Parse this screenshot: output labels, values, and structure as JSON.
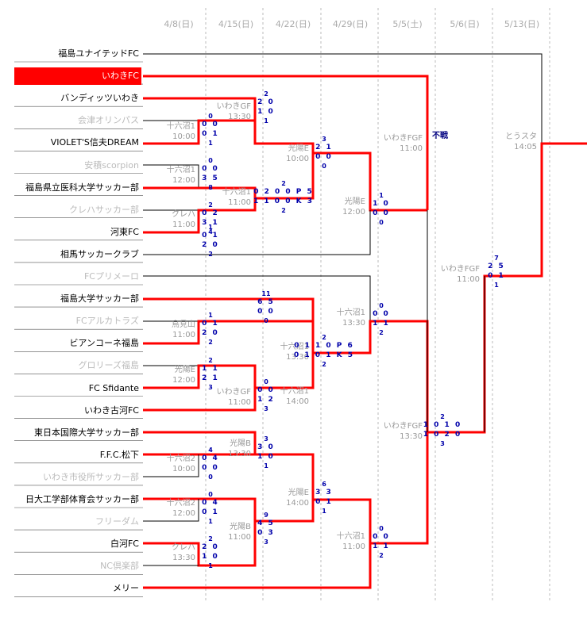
{
  "dates": [
    "4/8(日)",
    "4/15(日)",
    "4/22(日)",
    "4/29(日)",
    "5/5(土)",
    "5/6(日)",
    "5/13(日)"
  ],
  "teams": [
    "福島ユナイテッドFC",
    "いわきFC",
    "バンディッツいわき",
    "会津オリンパス",
    "VIOLET'S信夫DREAM",
    "安積scorpion",
    "福島県立医科大学サッカー部",
    "クレハサッカー部",
    "河東FC",
    "相馬サッカークラブ",
    "FCプリメーロ",
    "福島大学サッカー部",
    "FCアルカトラズ",
    "ビアンコーネ福島",
    "グロリーズ福島",
    "FC Sfidante",
    "いわき古河FC",
    "東日本国際大学サッカー部",
    "F.F.C.松下",
    "いわき市役所サッカー部",
    "日大工学部体育会サッカー部",
    "フリーダム",
    "白河FC",
    "NC倶楽部",
    "メリー"
  ],
  "team_winner": [
    true,
    true,
    true,
    false,
    true,
    false,
    true,
    false,
    true,
    true,
    false,
    true,
    false,
    true,
    false,
    true,
    true,
    true,
    true,
    false,
    true,
    false,
    true,
    false,
    true
  ],
  "venues": [
    {
      "name": "いわきGF",
      "time": "13:30"
    },
    {
      "name": "十六沼1",
      "time": "10:00"
    },
    {
      "name": "光陽E",
      "time": "10:00"
    },
    {
      "name": "いわきFGF",
      "time": "11:00"
    },
    {
      "name": "十六沼1",
      "time": "12:00"
    },
    {
      "name": "十六沼1",
      "time": "11:00"
    },
    {
      "name": "光陽E",
      "time": "12:00"
    },
    {
      "name": "クレハ",
      "time": "11:00"
    },
    {
      "name": "とうスタ",
      "time": "14:05"
    },
    {
      "name": "いわきFGF",
      "time": "11:00"
    },
    {
      "name": "十六沼1",
      "time": "13:30"
    },
    {
      "name": "鳥見山",
      "time": "11:00"
    },
    {
      "name": "十六沼1",
      "time": "13:30"
    },
    {
      "name": "光陽E",
      "time": "12:00"
    },
    {
      "name": "十六沼1",
      "time": "14:00"
    },
    {
      "name": "いわきGF",
      "time": "11:00"
    },
    {
      "name": "いわきFGF",
      "time": "13:30"
    },
    {
      "name": "光陽B",
      "time": "13:30"
    },
    {
      "name": "十六沼2",
      "time": "10:00"
    },
    {
      "name": "光陽E",
      "time": "14:00"
    },
    {
      "name": "十六沼2",
      "time": "12:00"
    },
    {
      "name": "光陽B",
      "time": "11:00"
    },
    {
      "name": "十六沼1",
      "time": "11:00"
    },
    {
      "name": "クレハ",
      "time": "13:30"
    }
  ],
  "scores": [
    {
      "top": "2",
      "mid1": "2 0",
      "mid2": "1 0",
      "bot": "1"
    },
    {
      "top": "0",
      "mid1": "0 0",
      "mid2": "0 1",
      "bot": "1"
    },
    {
      "top": "3",
      "mid1": "2 1",
      "mid2": "0 0",
      "bot": "0"
    },
    {
      "top": "0",
      "mid1": "0 0",
      "mid2": "3 5",
      "bot": "8"
    },
    {
      "top": "2",
      "mid1": "0 2 0 0 P 5",
      "mid2": "1 1 0 0 K 3",
      "bot": "2"
    },
    {
      "top": "1",
      "mid1": "1 0",
      "mid2": "0 0",
      "bot": "0"
    },
    {
      "top": "2",
      "mid1": "0 2",
      "mid2": "3 1",
      "bot": "4"
    },
    {
      "top": "1",
      "mid1": "0 1",
      "mid2": "2 0",
      "bot": "2"
    },
    {
      "top": "7",
      "mid1": "2 5",
      "mid2": "0 1",
      "bot": "1"
    },
    {
      "top": "11",
      "mid1": "6 5",
      "mid2": "0 0",
      "bot": "0"
    },
    {
      "top": "0",
      "mid1": "0 0",
      "mid2": "1 1",
      "bot": "2"
    },
    {
      "top": "1",
      "mid1": "0 1",
      "mid2": "2 0",
      "bot": "2"
    },
    {
      "top": "2",
      "mid1": "0 1 1 0 P 6",
      "mid2": "0 1 0 1 K 5",
      "bot": "2"
    },
    {
      "top": "2",
      "mid1": "1 1",
      "mid2": "2 1",
      "bot": "3"
    },
    {
      "top": "0",
      "mid1": "0 0",
      "mid2": "1 2",
      "bot": "3"
    },
    {
      "top": "2",
      "mid1": "1 0 1 0",
      "mid2": "1 0 2 0",
      "bot": "3"
    },
    {
      "top": "3",
      "mid1": "3 0",
      "mid2": "1 0",
      "bot": "1"
    },
    {
      "top": "4",
      "mid1": "0 4",
      "mid2": "0 0",
      "bot": "0"
    },
    {
      "top": "6",
      "mid1": "3 3",
      "mid2": "0 1",
      "bot": "1"
    },
    {
      "top": "0",
      "mid1": "0 4",
      "mid2": "0 1",
      "bot": "1"
    },
    {
      "top": "9",
      "mid1": "4 5",
      "mid2": "0 3",
      "bot": "3"
    },
    {
      "top": "0",
      "mid1": "0 0",
      "mid2": "1 1",
      "bot": "2"
    },
    {
      "top": "2",
      "mid1": "2 0",
      "mid2": "1 0",
      "bot": "1"
    }
  ],
  "forfeit_label": "不戦",
  "colors": {
    "winner_line": "#ff0000",
    "loser_line": "#000000",
    "highlight_bg": "#ff0000",
    "date_divider": "#bbbbbb",
    "score_text": "#0000aa"
  }
}
